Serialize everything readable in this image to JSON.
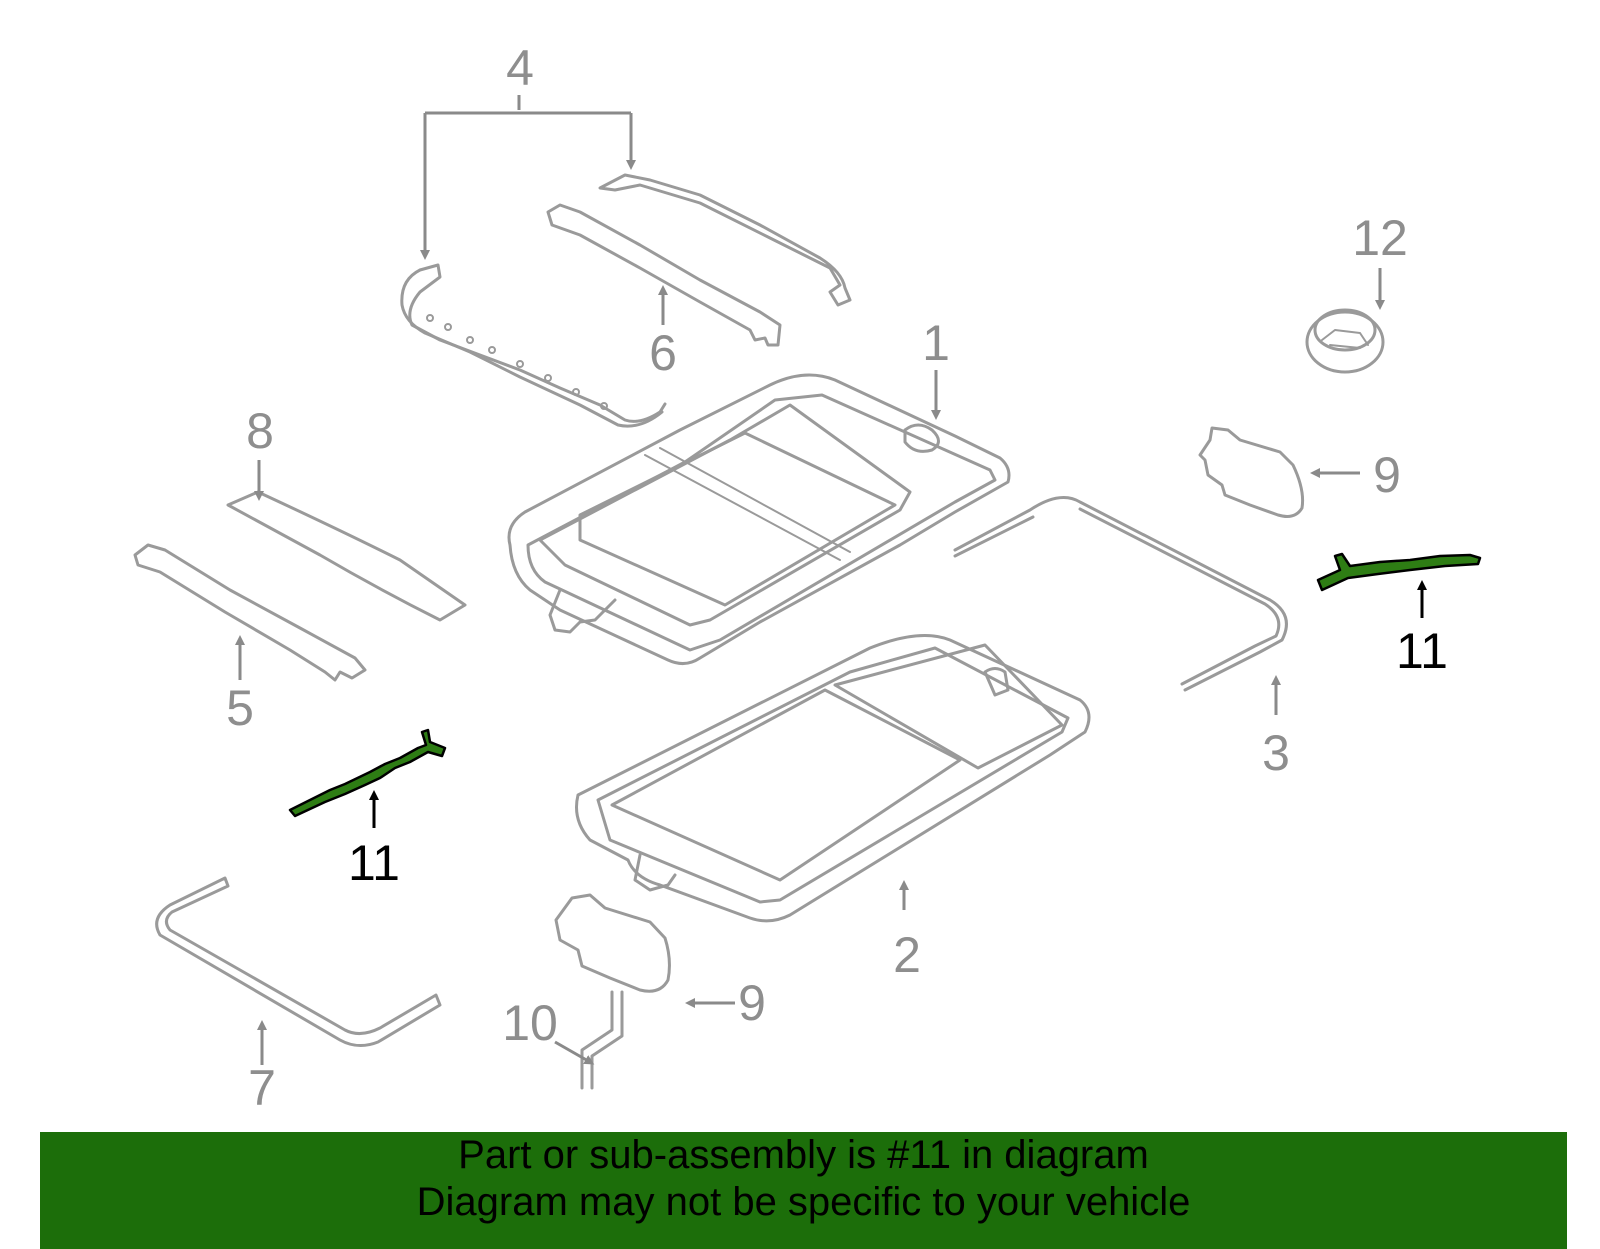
{
  "callouts": {
    "c1": "1",
    "c2": "2",
    "c3": "3",
    "c4": "4",
    "c5": "5",
    "c6": "6",
    "c7": "7",
    "c8": "8",
    "c9a": "9",
    "c9b": "9",
    "c10": "10",
    "c11a": "11",
    "c11b": "11",
    "c12": "12"
  },
  "highlight_part": "11",
  "colors": {
    "highlight": "#2e7d14",
    "banner": "#1c6e0a",
    "lines": "#9a9a9a"
  },
  "banner": {
    "line1": "Part or sub-assembly is #11 in diagram",
    "line2": "Diagram may not be specific to your vehicle"
  }
}
